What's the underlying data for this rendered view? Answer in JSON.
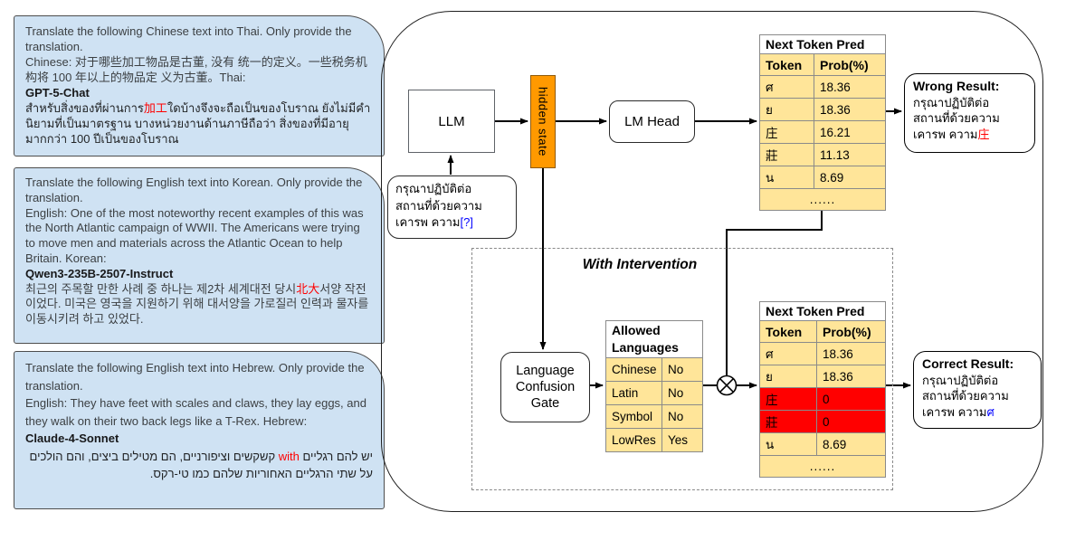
{
  "left_panel": {
    "examples": [
      {
        "instruction": "Translate the following Chinese text into Thai. Only provide the translation.",
        "source": "Chinese: 对于哪些加工物品是古董, 没有 统一的定义。一些税务机构将 100 年以上的物品定 义为古董。Thai:",
        "model": "GPT-5-Chat",
        "output_before": "สำหรับสิ่งของที่ผ่านการ",
        "confused_span": "加工",
        "output_after": "ใดบ้างจึงจะถือเป็นของโบราณ ยังไม่มีคำนิยามที่เป็นมาตรฐาน บางหน่วยงานด้านภาษีถือว่า สิ่งของที่มีอายุมากกว่า 100 ปีเป็นของโบราณ"
      },
      {
        "instruction": "Translate the following English text into Korean. Only provide the translation.",
        "source": "English: One of the most noteworthy recent examples of this was the North Atlantic campaign of WWII. The Americans were trying to move men and materials across the Atlantic Ocean to help Britain. Korean:",
        "model": "Qwen3-235B-2507-Instruct",
        "output_before": "최근의 주목할 만한 사례 중 하나는 제2차 세계대전 당시",
        "confused_span": "北大",
        "output_after": "서양 작전이었다. 미국은 영국을 지원하기 위해 대서양을 가로질러 인력과 물자를 이동시키려 하고 있었다."
      },
      {
        "instruction": "Translate the following English text into Hebrew. Only provide the translation.",
        "source": "English: They have feet with scales and claws, they lay eggs, and they walk on their two back legs like a T-Rex. Hebrew:",
        "model": "Claude-4-Sonnet",
        "output_before": "יש להם רגליים ",
        "confused_span": "with",
        "output_after": " קשקשים וציפורניים, הם מטילים ביצים, והם הולכים על שתי הרגליים האחוריות שלהם כמו טי-רקס."
      }
    ]
  },
  "diagram": {
    "llm_label": "LLM",
    "hidden_state_label": "hidden state",
    "lm_head_label": "LM Head",
    "prompt_bubble": {
      "line1": "กรุณาปฏิบัติต่อ",
      "line2": "สถานที่ด้วยความ",
      "line3": "เคารพ ความ",
      "pending_token": "[?]"
    },
    "with_intervention_label": "With Intervention",
    "gate_label": "Language Confusion Gate",
    "next_token_table_title": "Next Token Pred",
    "token_col": "Token",
    "prob_col": "Prob(%)",
    "ellipsis": "......",
    "table_no_intervention": {
      "rows": [
        [
          "ศ",
          "18.36"
        ],
        [
          "ย",
          "18.36"
        ],
        [
          "庄",
          "16.21"
        ],
        [
          "莊",
          "11.13"
        ],
        [
          "น",
          "8.69"
        ]
      ]
    },
    "table_with_intervention": {
      "rows": [
        [
          "ศ",
          "18.36"
        ],
        [
          "ย",
          "18.36"
        ],
        [
          "庄",
          "0"
        ],
        [
          "莊",
          "0"
        ],
        [
          "น",
          "8.69"
        ]
      ],
      "blocked_tokens": [
        "庄",
        "莊"
      ]
    },
    "allowed_languages": {
      "title": "Allowed Languages",
      "rows": [
        [
          "Chinese",
          "No"
        ],
        [
          "Latin",
          "No"
        ],
        [
          "Symbol",
          "No"
        ],
        [
          "LowRes",
          "Yes"
        ]
      ]
    },
    "wrong_result": {
      "title": "Wrong Result:",
      "line1": "กรุณาปฏิบัติต่อ",
      "line2": "สถานที่ด้วยความ",
      "line3": "เคารพ ความ",
      "token": "庄"
    },
    "correct_result": {
      "title": "Correct Result:",
      "line1": "กรุณาปฏิบัติต่อ",
      "line2": "สถานที่ด้วยความ",
      "line3": "เคารพ ความ",
      "token": "ศ"
    },
    "colors": {
      "panel_blue": "#cfe2f3",
      "table_fill": "#ffe599",
      "hidden_state_orange": "#ff9900",
      "blocked_red": "#ff0000",
      "confused_text_red": "#ff0000",
      "correct_text_blue": "#0000ff"
    }
  }
}
